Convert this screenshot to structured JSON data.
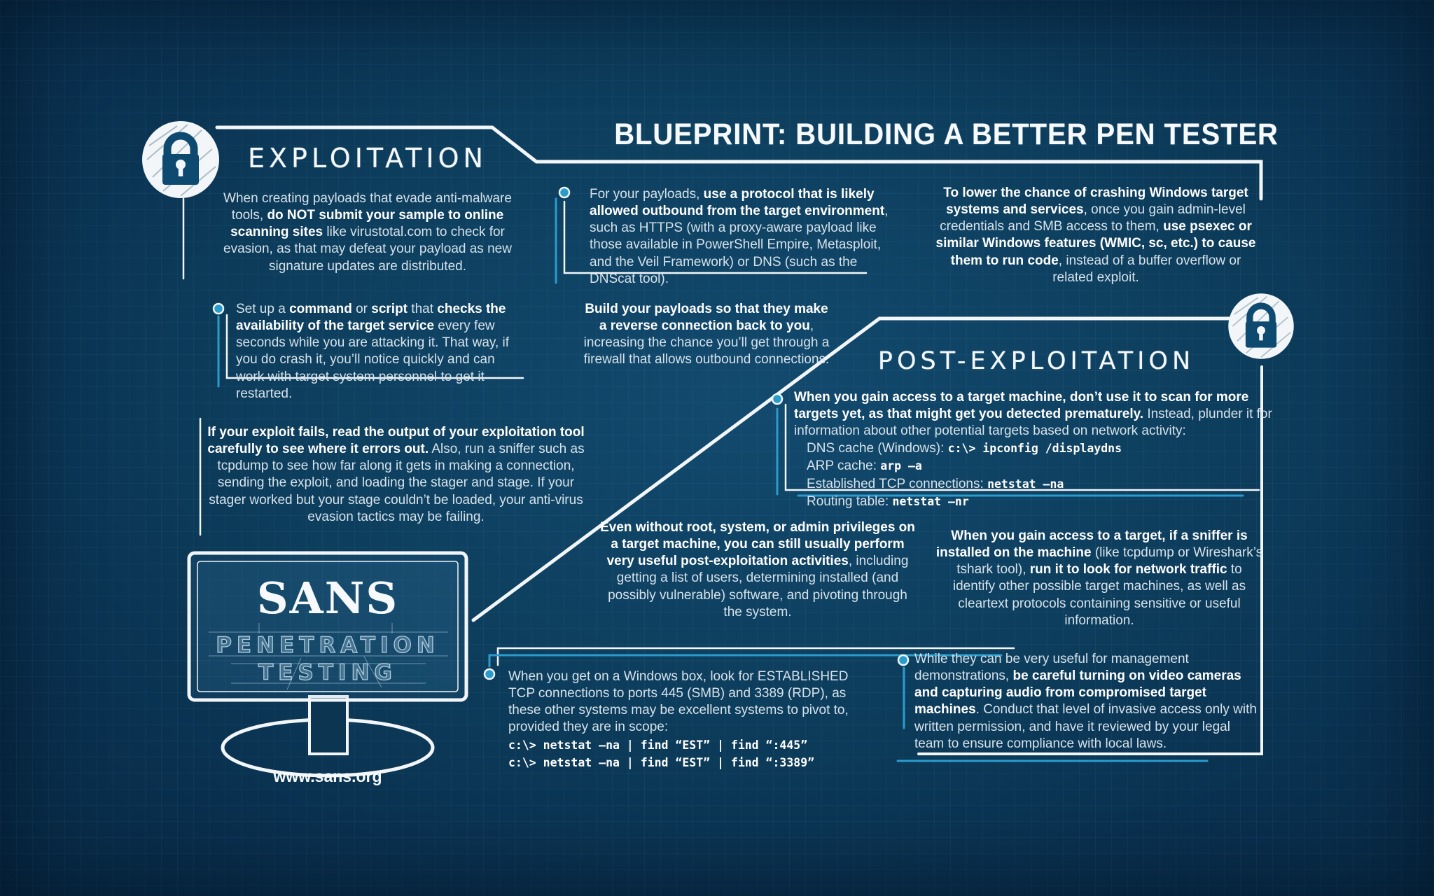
{
  "title": "BLUEPRINT: BUILDING A BETTER PEN TESTER",
  "colors": {
    "background": "#0d3d5c",
    "line_white": "#f2f6f8",
    "accent_teal": "#2a9ccc",
    "lock_blue": "#0e4a70"
  },
  "sections": {
    "exploitation": {
      "label": "EXPLOITATION"
    },
    "post_exploitation": {
      "label": "POST-EXPLOITATION"
    }
  },
  "tips": {
    "evade_scanners": {
      "text": [
        {
          "t": "When creating payloads that evade anti-malware tools, "
        },
        {
          "t": "do NOT submit your sample to online scanning sites",
          "b": 1
        },
        {
          "t": " like virustotal.com to check for evasion, as that may defeat your payload as new signature updates are distributed."
        }
      ]
    },
    "service_check": {
      "text": [
        {
          "t": "Set up a "
        },
        {
          "t": "command",
          "b": 1
        },
        {
          "t": " or "
        },
        {
          "t": "script",
          "b": 1
        },
        {
          "t": " that "
        },
        {
          "t": "checks the availability of the target service",
          "b": 1
        },
        {
          "t": " every few seconds while you are attacking it. That way, if you do crash it, you’ll notice quickly and can work with target system personnel to get it restarted."
        }
      ]
    },
    "exploit_fails": {
      "text": [
        {
          "t": "If your exploit fails, read the output of your exploitation tool carefully to see where it errors out.",
          "b": 1
        },
        {
          "t": " Also, run a sniffer such as tcpdump to see how far along it gets in making a connection, sending the exploit, and loading the stager and stage. If your stager worked but your stage couldn’t be loaded, your anti-virus evasion tactics may be failing."
        }
      ]
    },
    "outbound_protocol": {
      "text": [
        {
          "t": "For your payloads, "
        },
        {
          "t": "use a protocol that is likely allowed outbound from the target environment",
          "b": 1
        },
        {
          "t": ", such as HTTPS (with a proxy-aware payload like those available in PowerShell Empire, Metasploit, and the Veil Framework) or DNS (such as the DNScat tool)."
        }
      ]
    },
    "reverse_connection": {
      "text": [
        {
          "t": "Build your payloads so that they make a reverse connection back to you",
          "b": 1
        },
        {
          "t": ", increasing the chance you’ll get through a firewall that allows outbound connections."
        }
      ]
    },
    "use_psexec": {
      "text": [
        {
          "t": "To lower the chance of crashing Windows target systems and services",
          "b": 1
        },
        {
          "t": ", once you gain admin-level credentials and SMB access to them, "
        },
        {
          "t": "use psexec or similar Windows features (WMIC, sc, etc.) to cause them to run code",
          "b": 1
        },
        {
          "t": ", instead of a buffer overflow or related exploit."
        }
      ]
    },
    "plunder_network_info": {
      "text": [
        {
          "t": "When you gain access to a target machine, don’t use it to scan for more targets yet, as that might get you detected prematurely.",
          "b": 1
        },
        {
          "t": " Instead, plunder it for information about other potential targets based on network activity:"
        }
      ],
      "lines": [
        {
          "label": "DNS cache (Windows): ",
          "command": "c:\\> ipconfig /displaydns"
        },
        {
          "label": "ARP cache: ",
          "command": "arp –a"
        },
        {
          "label": "Established TCP connections: ",
          "command": "netstat –na"
        },
        {
          "label": "Routing table: ",
          "command": "netstat –nr"
        }
      ]
    },
    "post_exploit_without_admin": {
      "text": [
        {
          "t": "Even without root, system, or admin privileges on a target machine, you can still usually perform very useful post-exploitation activities",
          "b": 1
        },
        {
          "t": ", including getting a list of users, determining installed (and possibly vulnerable) software, and pivoting through the system."
        }
      ]
    },
    "run_sniffer": {
      "text": [
        {
          "t": "When you gain access to a target, if a sniffer is installed on the machine",
          "b": 1
        },
        {
          "t": " (like tcpdump or Wireshark’s tshark tool), "
        },
        {
          "t": "run it to look for network traffic",
          "b": 1
        },
        {
          "t": " to identify other possible target machines, as well as cleartext protocols containing sensitive or useful information."
        }
      ]
    },
    "pivot_established": {
      "text": [
        {
          "t": "When you get on a Windows box, look for ESTABLISHED TCP connections to ports 445 (SMB) and 3389 (RDP), as these other systems may be excellent systems to pivot to, provided they are in scope:"
        }
      ],
      "lines": [
        {
          "label": "",
          "command": "c:\\> netstat –na | find “EST” | find “:445”"
        },
        {
          "label": "",
          "command": "c:\\> netstat –na | find “EST” | find “:3389”"
        }
      ]
    },
    "camera_audio_caution": {
      "text": [
        {
          "t": "While they can be very useful for management demonstrations, "
        },
        {
          "t": "be careful turning on video cameras and capturing audio from compromised target machines",
          "b": 1
        },
        {
          "t": ". Conduct that level of invasive access only with written permission, and have it reviewed by your legal team to ensure compliance with local laws."
        }
      ]
    }
  },
  "branding": {
    "logo": "SANS",
    "product_line1": "PENETRATION",
    "product_line2": "TESTING",
    "url": "www.sans.org"
  },
  "icons": {
    "exploitation_icon": "lock-icon",
    "post_exploitation_icon": "lock-icon"
  }
}
